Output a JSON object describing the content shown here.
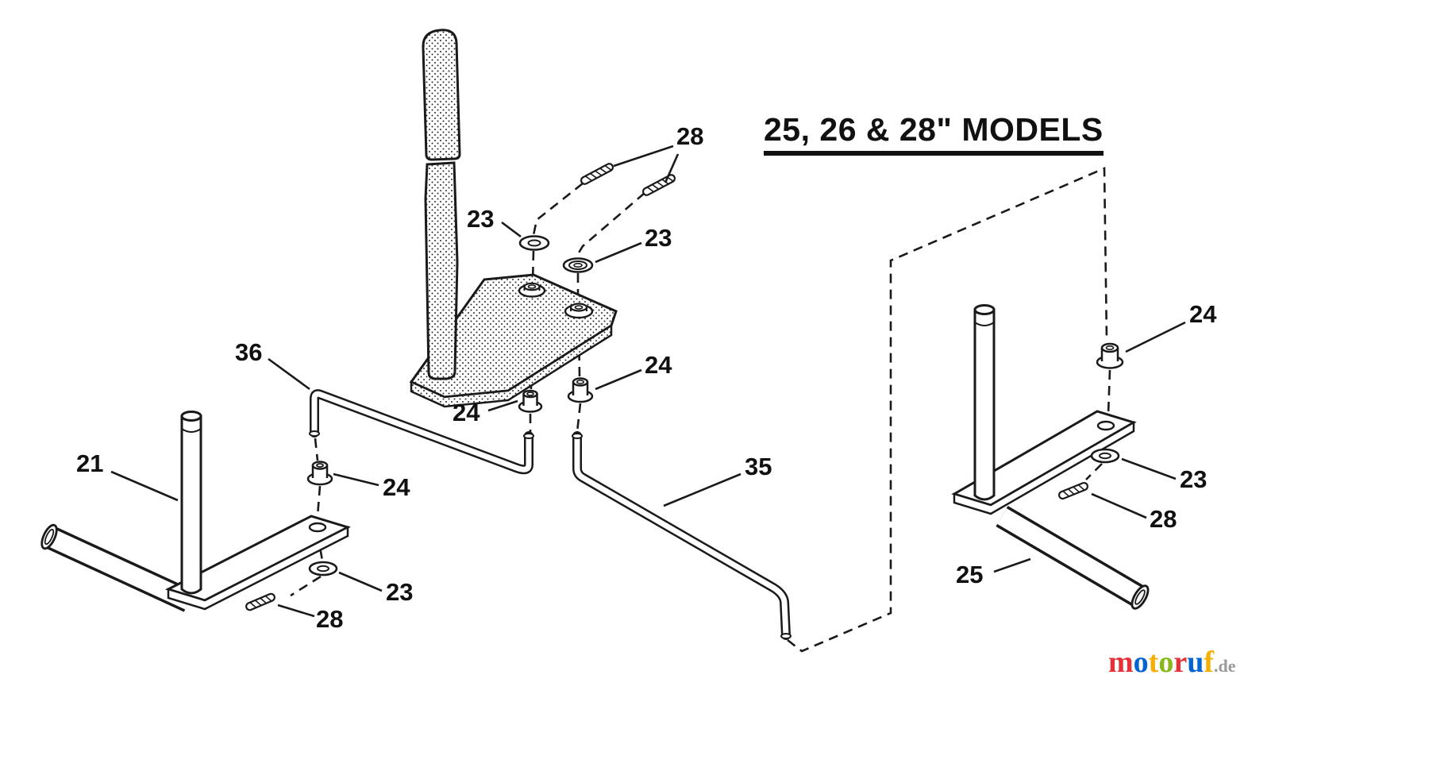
{
  "title": "25, 26 & 28\" MODELS",
  "labels": [
    {
      "name": "fastener-pins-top",
      "text": "28"
    },
    {
      "name": "washer-upper-left",
      "text": "23"
    },
    {
      "name": "washer-upper-right",
      "text": "23"
    },
    {
      "name": "tie-rod-left",
      "text": "36"
    },
    {
      "name": "bushing-center-right",
      "text": "24"
    },
    {
      "name": "bushing-center-left",
      "text": "24"
    },
    {
      "name": "left-spindle",
      "text": "21"
    },
    {
      "name": "bushing-left",
      "text": "24"
    },
    {
      "name": "tie-rod-right",
      "text": "35"
    },
    {
      "name": "washer-left",
      "text": "23"
    },
    {
      "name": "pin-left",
      "text": "28"
    },
    {
      "name": "bushing-right",
      "text": "24"
    },
    {
      "name": "washer-right",
      "text": "23"
    },
    {
      "name": "pin-right",
      "text": "28"
    },
    {
      "name": "right-spindle-bar",
      "text": "25"
    }
  ],
  "watermark": {
    "letters": [
      {
        "ch": "m",
        "color": "#e53238"
      },
      {
        "ch": "o",
        "color": "#0064d2"
      },
      {
        "ch": "t",
        "color": "#f5af02"
      },
      {
        "ch": "o",
        "color": "#86b817"
      },
      {
        "ch": "r",
        "color": "#e53238"
      },
      {
        "ch": "u",
        "color": "#0064d2"
      },
      {
        "ch": "f",
        "color": "#f5af02"
      }
    ],
    "suffix": ".de",
    "suffix_color": "#9a9a9a"
  },
  "colors": {
    "line": "#1a1a1a",
    "background": "#ffffff"
  }
}
